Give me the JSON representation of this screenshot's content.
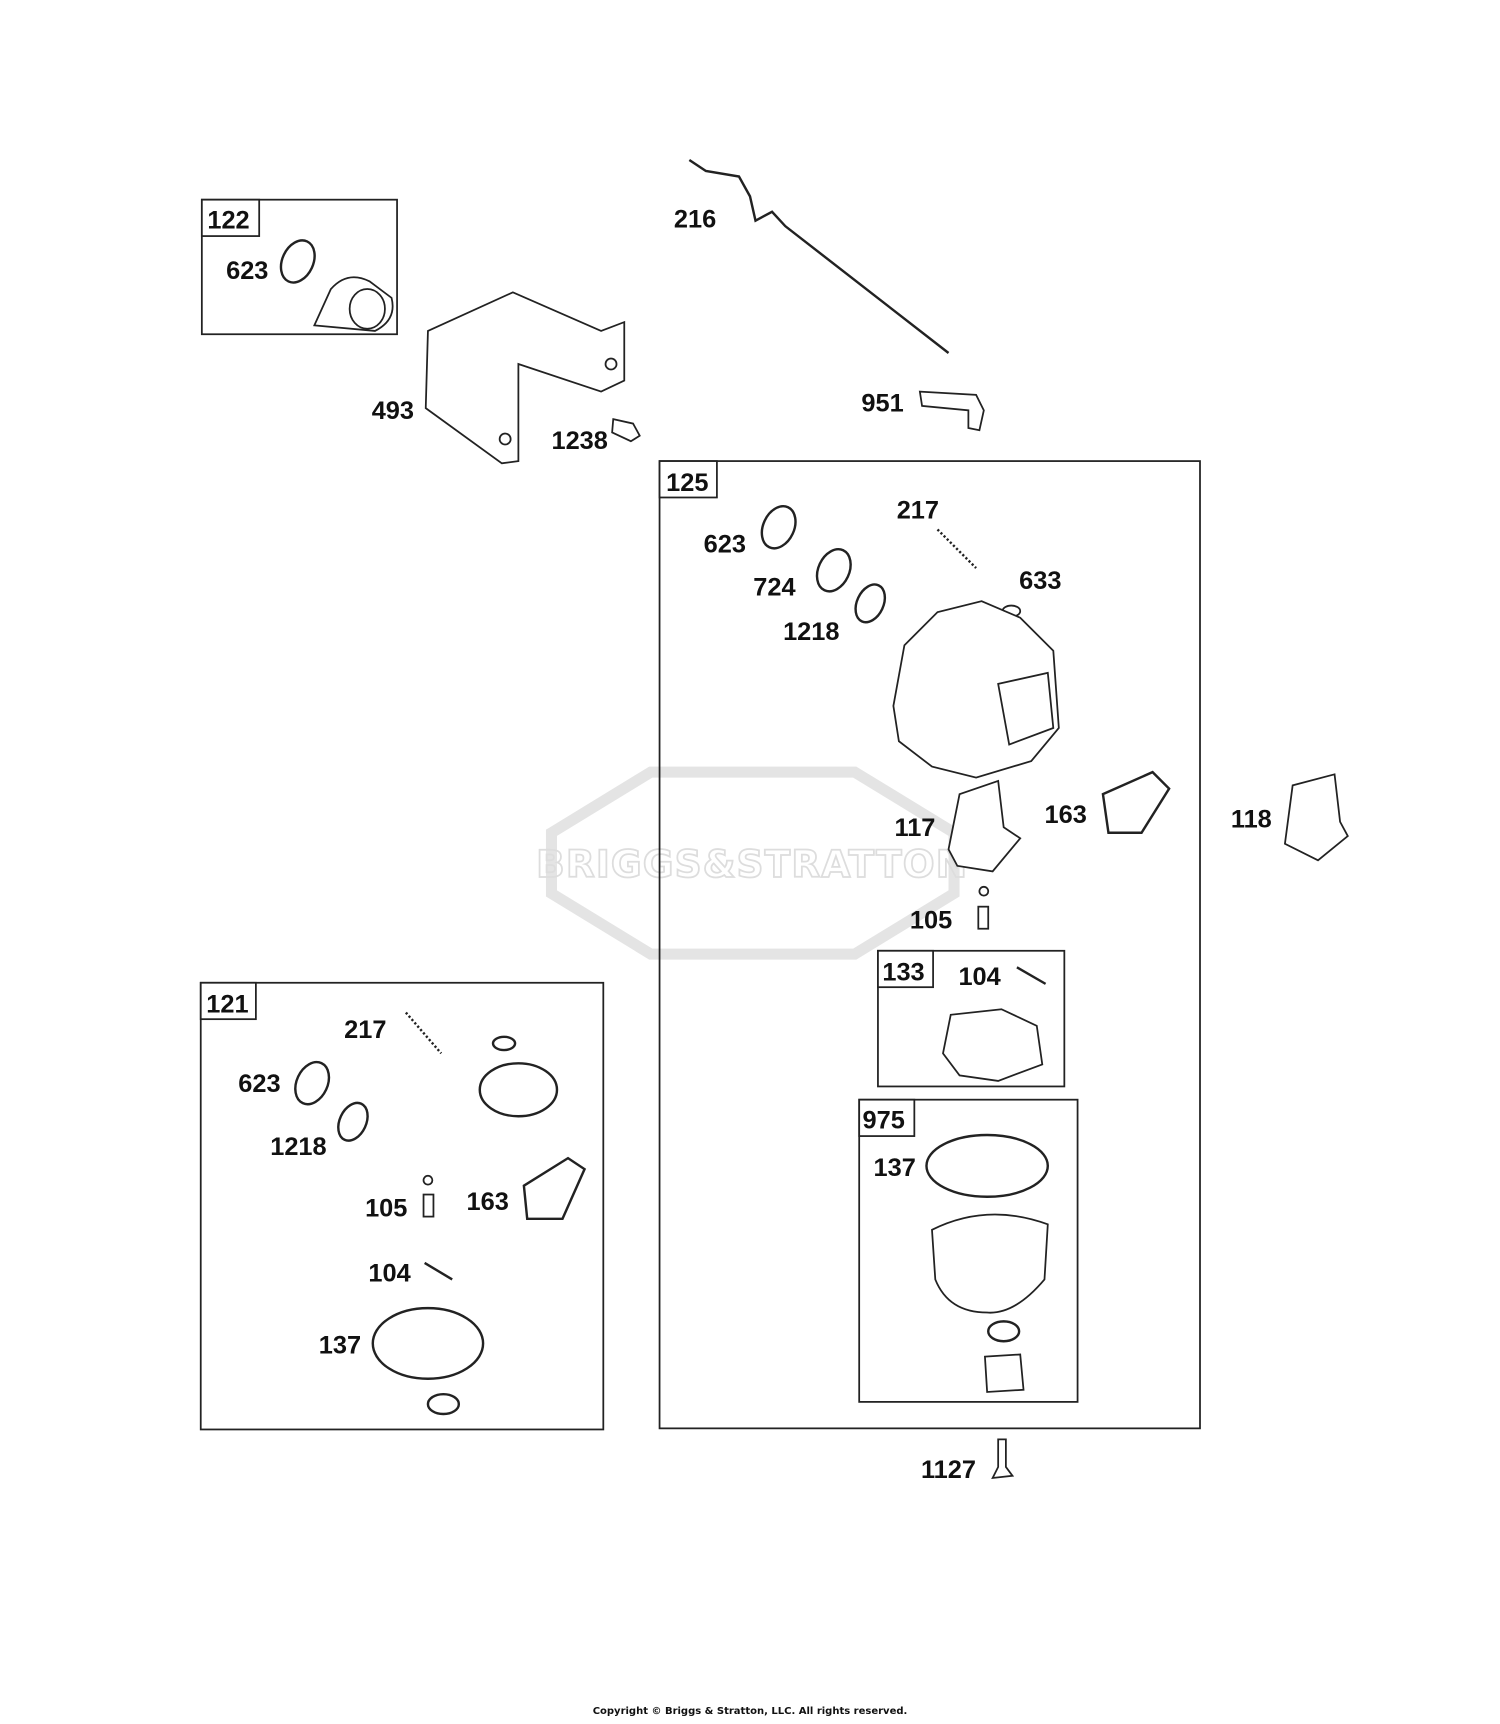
{
  "watermark": {
    "text": "BRIGGS&STRATTON"
  },
  "kits": [
    {
      "id": "122"
    },
    {
      "id": "125"
    },
    {
      "id": "121"
    },
    {
      "id": "133"
    },
    {
      "id": "975"
    }
  ],
  "callouts": [
    "216",
    "623",
    "493",
    "1238",
    "951",
    "623",
    "217",
    "724",
    "633",
    "1218",
    "117",
    "163",
    "118",
    "105",
    "104",
    "137",
    "1127",
    "217",
    "623",
    "1218",
    "105",
    "163",
    "104",
    "137"
  ],
  "copyright": "Copyright © Briggs & Stratton, LLC. All rights reserved."
}
